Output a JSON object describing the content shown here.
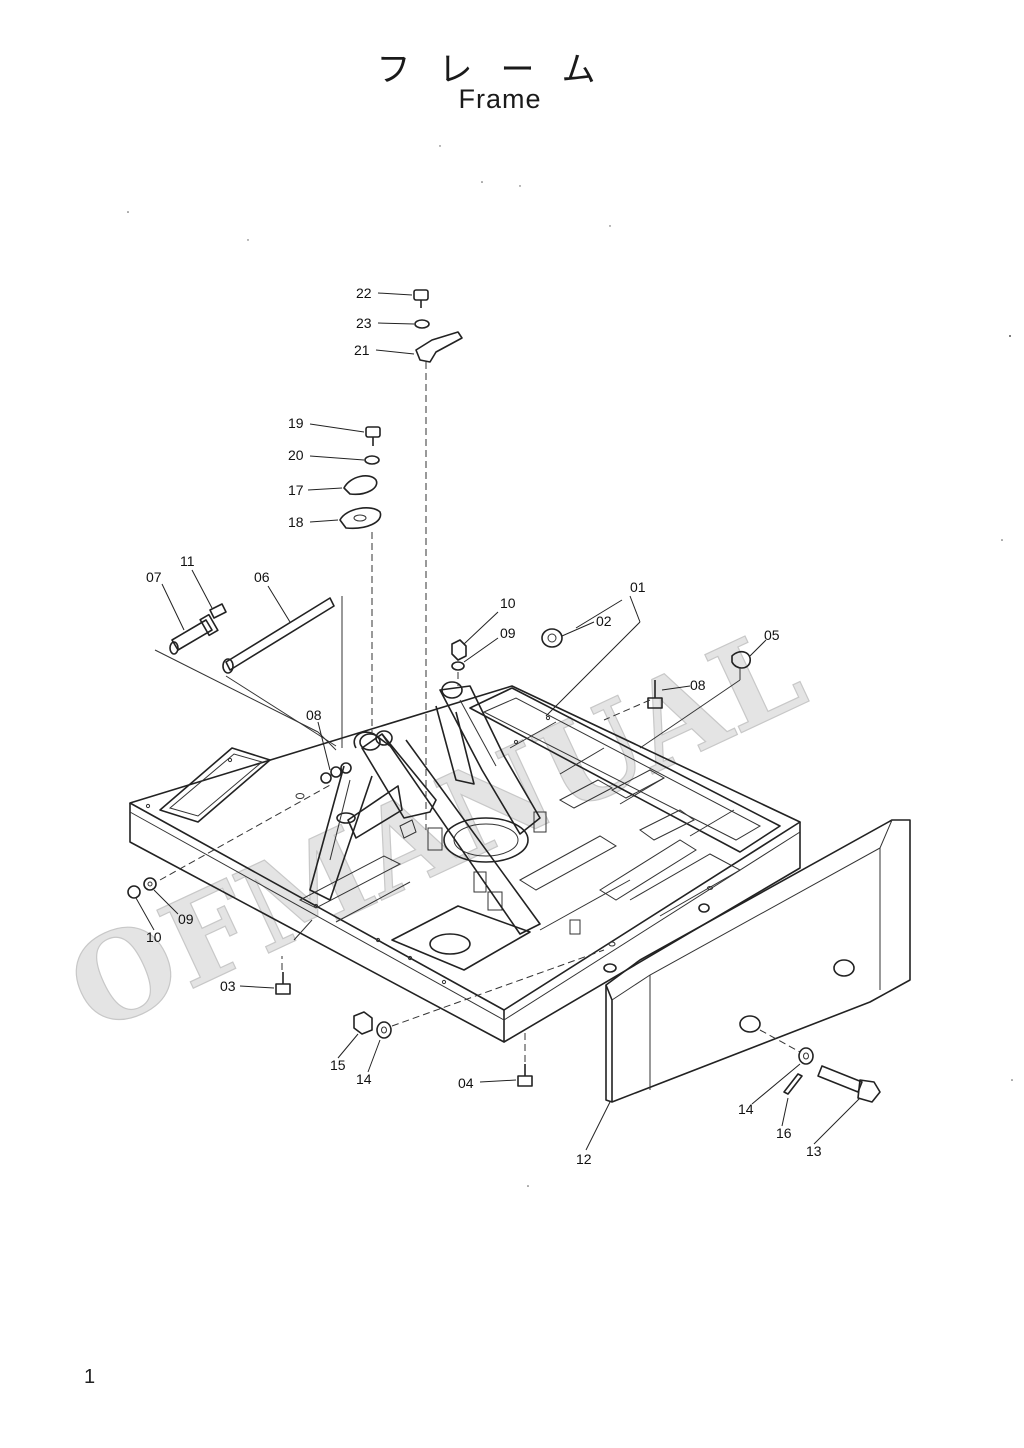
{
  "title": {
    "japanese": "フレーム",
    "english": "Frame"
  },
  "watermark": "OFMANUAL",
  "page_number": "1",
  "callouts": [
    {
      "id": "c22",
      "text": "22"
    },
    {
      "id": "c23",
      "text": "23"
    },
    {
      "id": "c21",
      "text": "21"
    },
    {
      "id": "c19",
      "text": "19"
    },
    {
      "id": "c20",
      "text": "20"
    },
    {
      "id": "c17",
      "text": "17"
    },
    {
      "id": "c18",
      "text": "18"
    },
    {
      "id": "c11",
      "text": "11"
    },
    {
      "id": "c07",
      "text": "07"
    },
    {
      "id": "c06",
      "text": "06"
    },
    {
      "id": "c01",
      "text": "01"
    },
    {
      "id": "c10a",
      "text": "10"
    },
    {
      "id": "c09a",
      "text": "09"
    },
    {
      "id": "c02",
      "text": "02"
    },
    {
      "id": "c05",
      "text": "05"
    },
    {
      "id": "c08a",
      "text": "08"
    },
    {
      "id": "c08b",
      "text": "08"
    },
    {
      "id": "c09b",
      "text": "09"
    },
    {
      "id": "c10b",
      "text": "10"
    },
    {
      "id": "c03",
      "text": "03"
    },
    {
      "id": "c15",
      "text": "15"
    },
    {
      "id": "c14a",
      "text": "14"
    },
    {
      "id": "c04",
      "text": "04"
    },
    {
      "id": "c12",
      "text": "12"
    },
    {
      "id": "c14b",
      "text": "14"
    },
    {
      "id": "c16",
      "text": "16"
    },
    {
      "id": "c13",
      "text": "13"
    }
  ]
}
